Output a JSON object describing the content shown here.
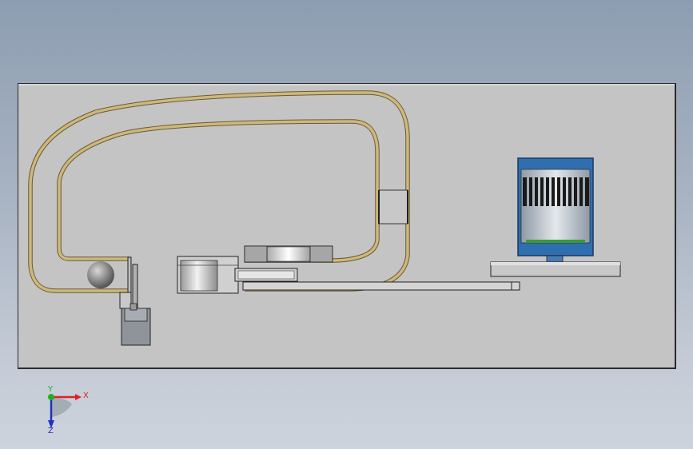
{
  "viewport": {
    "background_top": "#8d9db1",
    "background_bottom": "#cdd3dc",
    "plate_color": "#c4c4c4"
  },
  "scene": {
    "track_color": "#c8b377",
    "motor_housing_color": "#2f6fb0",
    "ball_color": "#8a8a8a"
  },
  "triad": {
    "x_label": "X",
    "y_label": "Y",
    "z_label": "Z",
    "x_color": "#e02020",
    "y_color": "#20b020",
    "z_color": "#2030c0"
  }
}
